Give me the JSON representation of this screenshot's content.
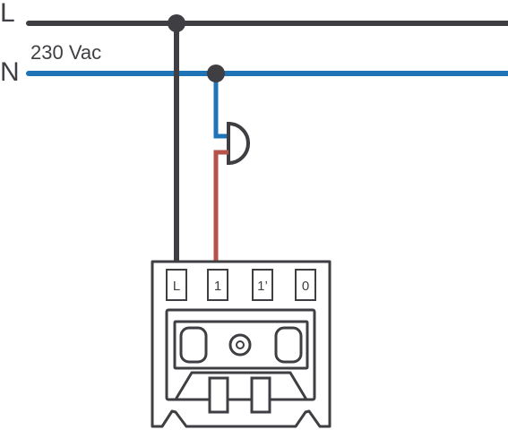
{
  "lines": {
    "live": {
      "label": "L",
      "color": "#3f3f43"
    },
    "neutral": {
      "label": "N",
      "color": "#1f73b7"
    },
    "voltage_label": "230 Vac"
  },
  "wires": {
    "switched_color": "#b5524a",
    "outline_color": "#3f3f43"
  },
  "device": {
    "terminals": [
      {
        "id": "L",
        "label": "L"
      },
      {
        "id": "1",
        "label": "1"
      },
      {
        "id": "1prime",
        "label": "1’"
      },
      {
        "id": "0",
        "label": "0"
      }
    ]
  }
}
